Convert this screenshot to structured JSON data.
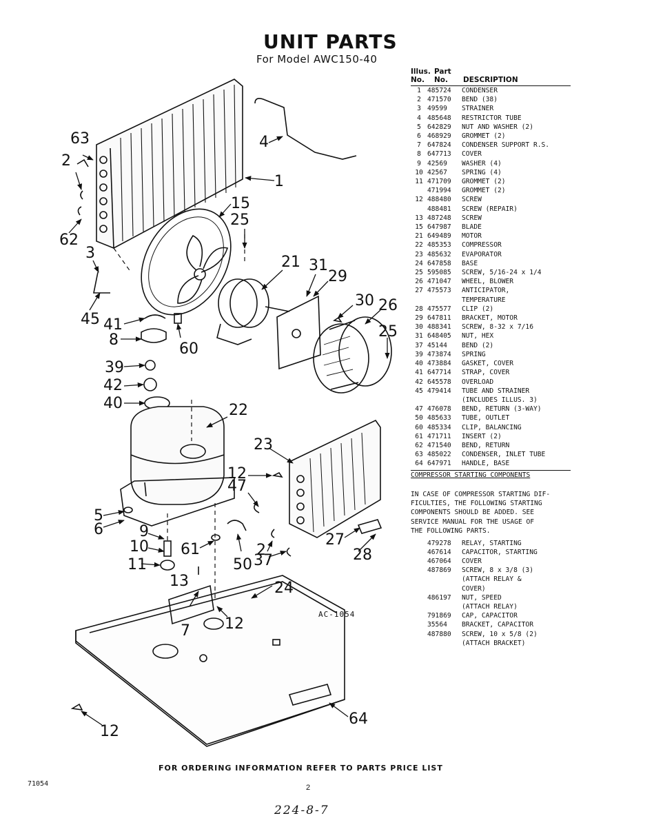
{
  "header": {
    "title": "UNIT PARTS",
    "subtitle": "For Model AWC150-40"
  },
  "table": {
    "col_illus_top": "Illus.",
    "col_part_top": "Part",
    "col_illus_bottom": "No.",
    "col_part_bottom": "No.",
    "col_desc": "DESCRIPTION",
    "rows": [
      {
        "illus": "1",
        "part": "485724",
        "desc": "CONDENSER"
      },
      {
        "illus": "2",
        "part": "471570",
        "desc": "BEND (38)"
      },
      {
        "illus": "3",
        "part": "49599",
        "desc": "STRAINER"
      },
      {
        "illus": "4",
        "part": "485648",
        "desc": "RESTRICTOR TUBE"
      },
      {
        "illus": "5",
        "part": "642829",
        "desc": "NUT AND WASHER (2)"
      },
      {
        "illus": "6",
        "part": "468929",
        "desc": "GROMMET (2)"
      },
      {
        "illus": "7",
        "part": "647824",
        "desc": "CONDENSER SUPPORT R.S."
      },
      {
        "illus": "8",
        "part": "647713",
        "desc": "COVER"
      },
      {
        "illus": "9",
        "part": "42569",
        "desc": "WASHER (4)"
      },
      {
        "illus": "10",
        "part": "42567",
        "desc": "SPRING (4)"
      },
      {
        "illus": "11",
        "part": "471709",
        "desc": "GROMMET (2)"
      },
      {
        "illus": "",
        "part": "471994",
        "desc": "GROMMET (2)"
      },
      {
        "illus": "12",
        "part": "488480",
        "desc": "SCREW"
      },
      {
        "illus": "",
        "part": "488481",
        "desc": "SCREW (REPAIR)"
      },
      {
        "illus": "13",
        "part": "487248",
        "desc": "SCREW"
      },
      {
        "illus": "15",
        "part": "647987",
        "desc": "BLADE"
      },
      {
        "illus": "21",
        "part": "649489",
        "desc": "MOTOR"
      },
      {
        "illus": "22",
        "part": "485353",
        "desc": "COMPRESSOR"
      },
      {
        "illus": "23",
        "part": "485632",
        "desc": "EVAPORATOR"
      },
      {
        "illus": "24",
        "part": "647858",
        "desc": "BASE"
      },
      {
        "illus": "25",
        "part": "595085",
        "desc": "SCREW, 5/16-24 x 1/4"
      },
      {
        "illus": "26",
        "part": "471047",
        "desc": "WHEEL, BLOWER"
      },
      {
        "illus": "27",
        "part": "475573",
        "desc": "ANTICIPATOR,"
      },
      {
        "illus": "",
        "part": "",
        "desc": "TEMPERATURE"
      },
      {
        "illus": "28",
        "part": "475577",
        "desc": "CLIP (2)"
      },
      {
        "illus": "29",
        "part": "647811",
        "desc": "BRACKET, MOTOR"
      },
      {
        "illus": "30",
        "part": "488341",
        "desc": "SCREW, 8-32 x 7/16"
      },
      {
        "illus": "31",
        "part": "648405",
        "desc": "NUT, HEX"
      },
      {
        "illus": "37",
        "part": "45144",
        "desc": "BEND (2)"
      },
      {
        "illus": "39",
        "part": "473874",
        "desc": "SPRING"
      },
      {
        "illus": "40",
        "part": "473884",
        "desc": "GASKET, COVER"
      },
      {
        "illus": "41",
        "part": "647714",
        "desc": "STRAP, COVER"
      },
      {
        "illus": "42",
        "part": "645578",
        "desc": "OVERLOAD"
      },
      {
        "illus": "45",
        "part": "479414",
        "desc": "TUBE AND STRAINER"
      },
      {
        "illus": "",
        "part": "",
        "desc": "(INCLUDES ILLUS. 3)"
      },
      {
        "illus": "47",
        "part": "476078",
        "desc": "BEND, RETURN (3-WAY)"
      },
      {
        "illus": "50",
        "part": "485633",
        "desc": "TUBE, OUTLET"
      },
      {
        "illus": "60",
        "part": "485334",
        "desc": "CLIP, BALANCING"
      },
      {
        "illus": "61",
        "part": "471711",
        "desc": "INSERT (2)"
      },
      {
        "illus": "62",
        "part": "471540",
        "desc": "BEND, RETURN"
      },
      {
        "illus": "63",
        "part": "485022",
        "desc": "CONDENSER, INLET TUBE"
      },
      {
        "illus": "64",
        "part": "647971",
        "desc": "HANDLE, BASE"
      }
    ]
  },
  "starting": {
    "title": "COMPRESSOR STARTING COMPONENTS",
    "notice_lines": [
      "IN CASE OF COMPRESSOR STARTING DIF-",
      "FICULTIES, THE FOLLOWING STARTING",
      "COMPONENTS SHOULD BE ADDED. SEE",
      "SERVICE MANUAL FOR THE USAGE OF",
      "THE FOLLOWING PARTS."
    ],
    "rows": [
      {
        "part": "479278",
        "desc": "RELAY, STARTING"
      },
      {
        "part": "467614",
        "desc": "CAPACITOR, STARTING"
      },
      {
        "part": "467064",
        "desc": "COVER"
      },
      {
        "part": "487869",
        "desc": "SCREW, 8 x 3/8 (3)"
      },
      {
        "part": "",
        "desc": "(ATTACH RELAY &"
      },
      {
        "part": "",
        "desc": "COVER)"
      },
      {
        "part": "486197",
        "desc": "NUT, SPEED"
      },
      {
        "part": "",
        "desc": "(ATTACH RELAY)"
      },
      {
        "part": "791869",
        "desc": "CAP, CAPACITOR"
      },
      {
        "part": "35564",
        "desc": "BRACKET, CAPACITOR"
      },
      {
        "part": "487880",
        "desc": "SCREW, 10 x 5/8 (2)"
      },
      {
        "part": "",
        "desc": "(ATTACH BRACKET)"
      }
    ]
  },
  "callouts": {
    "c1": "1",
    "c2a": "2",
    "c2b": "2",
    "c3": "3",
    "c4": "4",
    "c5": "5",
    "c6": "6",
    "c7": "7",
    "c8": "8",
    "c9": "9",
    "c10": "10",
    "c11": "11",
    "c12a": "12",
    "c12b": "12",
    "c12c": "12",
    "c13": "13",
    "c15": "15",
    "c21": "21",
    "c22": "22",
    "c23": "23",
    "c24": "24",
    "c25a": "25",
    "c25b": "25",
    "c26": "26",
    "c27": "27",
    "c28": "28",
    "c29": "29",
    "c30": "30",
    "c31": "31",
    "c37": "37",
    "c39": "39",
    "c40": "40",
    "c41": "41",
    "c42": "42",
    "c45": "45",
    "c47": "47",
    "c50": "50",
    "c60": "60",
    "c61": "61",
    "c62": "62",
    "c63": "63",
    "c64": "64"
  },
  "diagram_code": "AC-1054",
  "footer": {
    "ordering": "FOR ORDERING INFORMATION REFER TO PARTS PRICE LIST",
    "doc_number": "71054",
    "page": "2",
    "handwritten": "224-8-7"
  }
}
